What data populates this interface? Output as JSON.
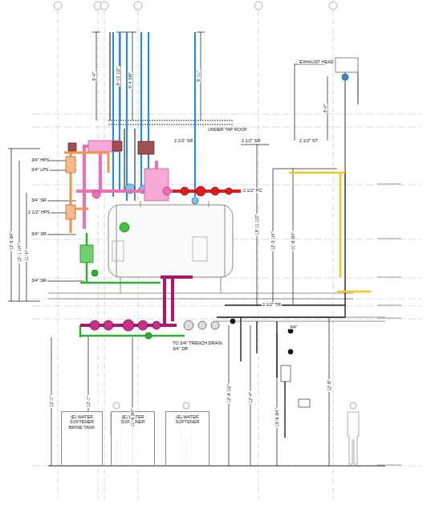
{
  "diagram": {
    "nodes": [
      {
        "text": [
          "(E) WATER SOFTENER BRINE TANK"
        ]
      },
      {
        "text": [
          "(E) WATER SOFTENER"
        ]
      },
      {
        "text": [
          "(E) WATER SOFTENER"
        ]
      }
    ],
    "labels": [
      "5'-0\"",
      "5'-10 1/2\"",
      "5'-4 5/8\"",
      "5'-11\"",
      "EXHAUST HEAD",
      "3'-0\"",
      "UNDER TAP ROOF",
      "3/4\" HPS",
      "3/4\" LPS",
      "2 1/2\" SR",
      "2 1/2\" SR",
      "2 1/2\" ST",
      "2 1/2\" PC",
      "3/4\" SR",
      "2 1/2\" HPS",
      "3/4\" SR",
      "3/4\" SR",
      "12'-5 3/4\"",
      "12'-1 1/4\"",
      "11'-0\"",
      "13'-11 1/2\"",
      "12'-3 1/4\"",
      "11'-8 3/4\"",
      "2 1/2\" TR",
      "3/4\"",
      "TO 3/4\" TRENCH DRAIN",
      "3/4\" DR",
      "12'-1\"",
      "12'-1\"",
      "11'-9 3/4\"",
      "12'-6 1/2\"",
      "12'-4\"",
      "13'-9 3/4\"",
      "12'-8\""
    ]
  }
}
